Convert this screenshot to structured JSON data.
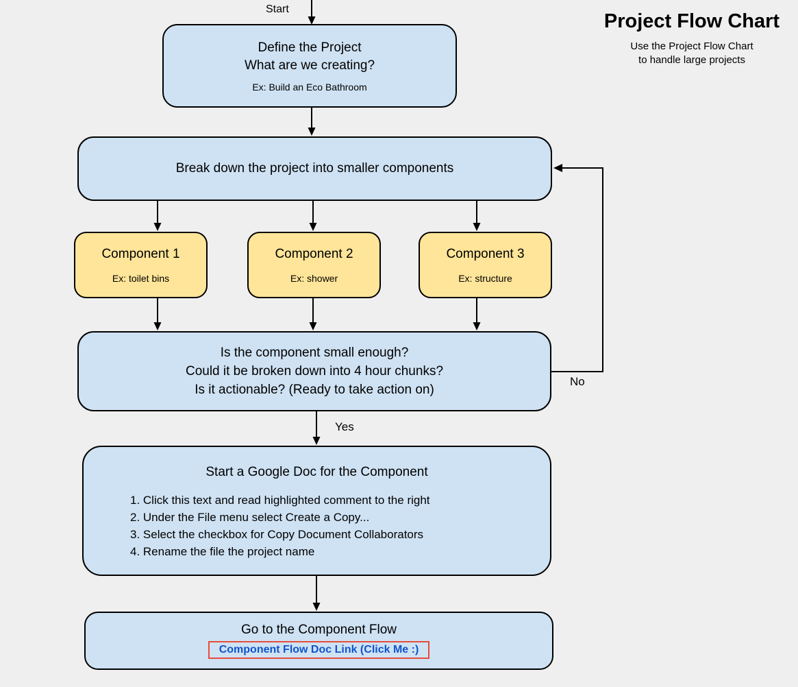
{
  "page": {
    "background": "#efefef"
  },
  "header": {
    "title": "Project Flow Chart",
    "subtitle_line1": "Use the Project Flow Chart",
    "subtitle_line2": "to handle large projects"
  },
  "labels": {
    "start": "Start",
    "yes": "Yes",
    "no": "No"
  },
  "colors": {
    "node_blue": "#cfe2f3",
    "node_yellow": "#ffe599",
    "node_border": "#000000",
    "link_text_blue": "#1155cc",
    "link_border_red": "#e74c3c",
    "background_gray": "#efefef"
  },
  "nodes": {
    "define": {
      "line1": "Define the Project",
      "line2": "What are we creating?",
      "example": "Ex: Build an Eco Bathroom"
    },
    "breakdown": {
      "text": "Break down the project into smaller components"
    },
    "components": [
      {
        "title": "Component 1",
        "example": "Ex: toilet bins"
      },
      {
        "title": "Component 2",
        "example": "Ex: shower"
      },
      {
        "title": "Component 3",
        "example": "Ex: structure"
      }
    ],
    "decision": {
      "line1": "Is the component small enough?",
      "line2": "Could it be broken down into 4 hour chunks?",
      "line3": "Is it actionable? (Ready to take action on)"
    },
    "doc": {
      "title": "Start a Google Doc for the Component",
      "steps": [
        "1. Click this text and read highlighted comment to the right",
        "2. Under the File menu select Create a Copy...",
        "3. Select the checkbox for Copy Document Collaborators",
        "4. Rename the file the project name"
      ]
    },
    "goto": {
      "title": "Go to the Component Flow",
      "link": "Component Flow Doc Link (Click Me :)"
    }
  }
}
